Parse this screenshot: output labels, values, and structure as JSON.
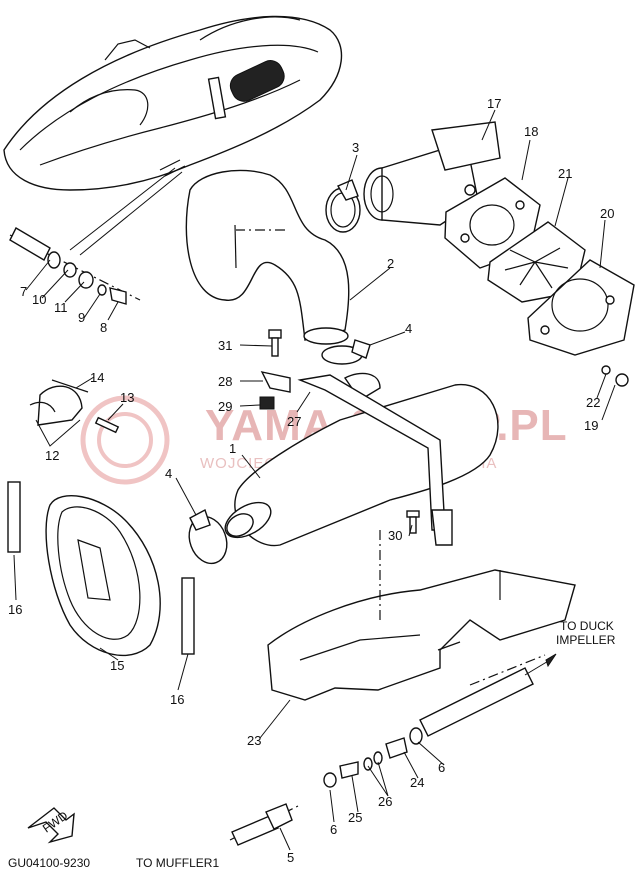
{
  "watermark": {
    "brand": "YAMA-SKLEP.PL",
    "dealer": "WOJCIECHOWICZ | DEALER YAMAHA"
  },
  "diagram_code": "GU04100-9230",
  "fwd_label": "FWD",
  "to_duck_impeller": [
    "TO DUCK",
    "IMPELLER"
  ],
  "to_muffler": "TO MUFFLER1",
  "callouts": {
    "c1": "1",
    "c2": "2",
    "c3": "3",
    "c4a": "4",
    "c4b": "4",
    "c5": "5",
    "c6a": "6",
    "c6b": "6",
    "c7": "7",
    "c8": "8",
    "c9": "9",
    "c10": "10",
    "c11": "11",
    "c12": "12",
    "c13": "13",
    "c14": "14",
    "c15": "15",
    "c16a": "16",
    "c16b": "16",
    "c17": "17",
    "c18": "18",
    "c19": "19",
    "c20": "20",
    "c21": "21",
    "c22": "22",
    "c23": "23",
    "c24": "24",
    "c25": "25",
    "c26": "26",
    "c27": "27",
    "c28": "28",
    "c29": "29",
    "c30": "30",
    "c31": "31"
  }
}
